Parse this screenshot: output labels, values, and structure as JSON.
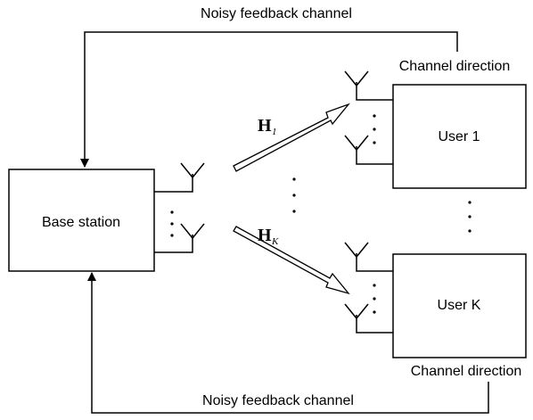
{
  "feedback_top": {
    "label": "Noisy feedback channel"
  },
  "feedback_bottom": {
    "label": "Noisy feedback channel"
  },
  "base_station": {
    "label": "Base station"
  },
  "user_1": {
    "label": "User 1",
    "channel_label": "Channel direction"
  },
  "user_k": {
    "label": "User K",
    "channel_label": "Channel direction"
  },
  "channel_1": {
    "symbol": "H",
    "subscript": "1"
  },
  "channel_k": {
    "symbol": "H",
    "subscript": "K"
  }
}
